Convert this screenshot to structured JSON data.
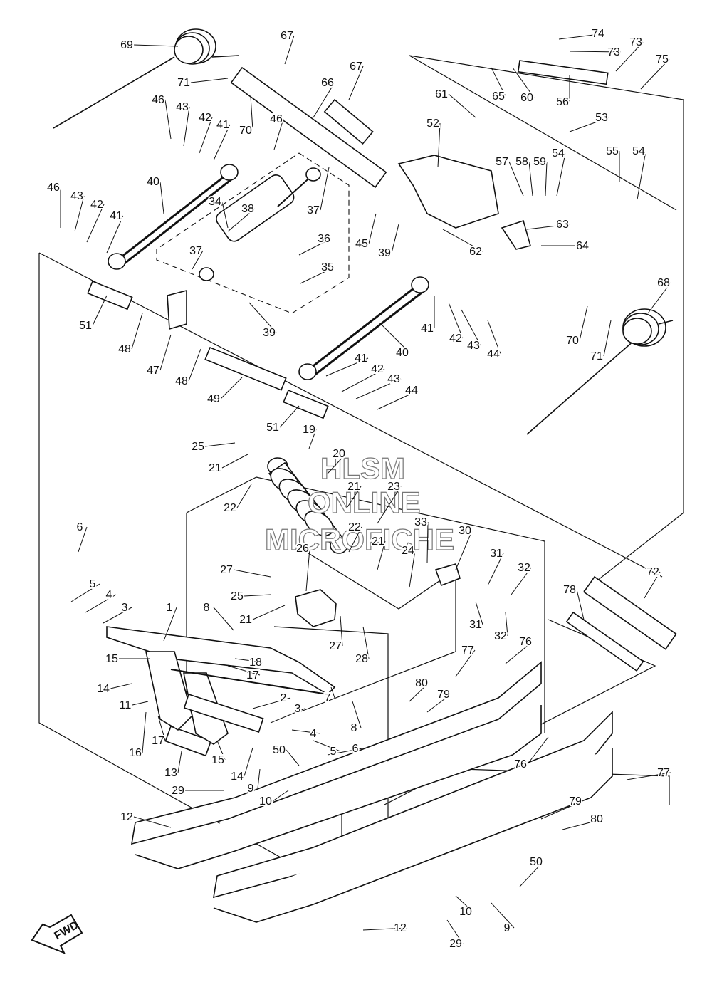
{
  "watermark": {
    "line1": "HLSM",
    "line2": "ONLINE",
    "line3": "MICROFICHE"
  },
  "fwd_badge": "FWD",
  "callouts": [
    {
      "n": "69"
    },
    {
      "n": "67"
    },
    {
      "n": "67"
    },
    {
      "n": "71"
    },
    {
      "n": "66"
    },
    {
      "n": "70"
    },
    {
      "n": "46"
    },
    {
      "n": "43"
    },
    {
      "n": "42"
    },
    {
      "n": "41"
    },
    {
      "n": "46"
    },
    {
      "n": "40"
    },
    {
      "n": "46"
    },
    {
      "n": "43"
    },
    {
      "n": "42"
    },
    {
      "n": "41"
    },
    {
      "n": "34"
    },
    {
      "n": "38"
    },
    {
      "n": "37"
    },
    {
      "n": "37"
    },
    {
      "n": "36"
    },
    {
      "n": "35"
    },
    {
      "n": "39"
    },
    {
      "n": "45"
    },
    {
      "n": "39"
    },
    {
      "n": "61"
    },
    {
      "n": "52"
    },
    {
      "n": "53"
    },
    {
      "n": "57"
    },
    {
      "n": "58"
    },
    {
      "n": "59"
    },
    {
      "n": "54"
    },
    {
      "n": "55"
    },
    {
      "n": "54"
    },
    {
      "n": "62"
    },
    {
      "n": "63"
    },
    {
      "n": "64"
    },
    {
      "n": "74"
    },
    {
      "n": "73"
    },
    {
      "n": "73"
    },
    {
      "n": "75"
    },
    {
      "n": "65"
    },
    {
      "n": "60"
    },
    {
      "n": "56"
    },
    {
      "n": "51"
    },
    {
      "n": "48"
    },
    {
      "n": "47"
    },
    {
      "n": "48"
    },
    {
      "n": "49"
    },
    {
      "n": "41"
    },
    {
      "n": "42"
    },
    {
      "n": "43"
    },
    {
      "n": "44"
    },
    {
      "n": "40"
    },
    {
      "n": "41"
    },
    {
      "n": "42"
    },
    {
      "n": "43"
    },
    {
      "n": "44"
    },
    {
      "n": "70"
    },
    {
      "n": "71"
    },
    {
      "n": "68"
    },
    {
      "n": "51"
    },
    {
      "n": "19"
    },
    {
      "n": "25"
    },
    {
      "n": "21"
    },
    {
      "n": "20"
    },
    {
      "n": "21"
    },
    {
      "n": "23"
    },
    {
      "n": "22"
    },
    {
      "n": "22"
    },
    {
      "n": "21"
    },
    {
      "n": "24"
    },
    {
      "n": "26"
    },
    {
      "n": "33"
    },
    {
      "n": "30"
    },
    {
      "n": "31"
    },
    {
      "n": "32"
    },
    {
      "n": "27"
    },
    {
      "n": "25"
    },
    {
      "n": "21"
    },
    {
      "n": "27"
    },
    {
      "n": "28"
    },
    {
      "n": "31"
    },
    {
      "n": "32"
    },
    {
      "n": "6"
    },
    {
      "n": "5"
    },
    {
      "n": "4"
    },
    {
      "n": "3"
    },
    {
      "n": "1"
    },
    {
      "n": "8"
    },
    {
      "n": "15"
    },
    {
      "n": "18"
    },
    {
      "n": "17"
    },
    {
      "n": "14"
    },
    {
      "n": "11"
    },
    {
      "n": "2"
    },
    {
      "n": "3"
    },
    {
      "n": "4"
    },
    {
      "n": "5"
    },
    {
      "n": "6"
    },
    {
      "n": "7"
    },
    {
      "n": "8"
    },
    {
      "n": "16"
    },
    {
      "n": "17"
    },
    {
      "n": "13"
    },
    {
      "n": "15"
    },
    {
      "n": "14"
    },
    {
      "n": "50"
    },
    {
      "n": "9"
    },
    {
      "n": "10"
    },
    {
      "n": "29"
    },
    {
      "n": "12"
    },
    {
      "n": "72"
    },
    {
      "n": "78"
    },
    {
      "n": "76"
    },
    {
      "n": "77"
    },
    {
      "n": "80"
    },
    {
      "n": "79"
    },
    {
      "n": "76"
    },
    {
      "n": "77"
    },
    {
      "n": "79"
    },
    {
      "n": "80"
    },
    {
      "n": "50"
    },
    {
      "n": "10"
    },
    {
      "n": "9"
    },
    {
      "n": "29"
    },
    {
      "n": "12"
    }
  ]
}
